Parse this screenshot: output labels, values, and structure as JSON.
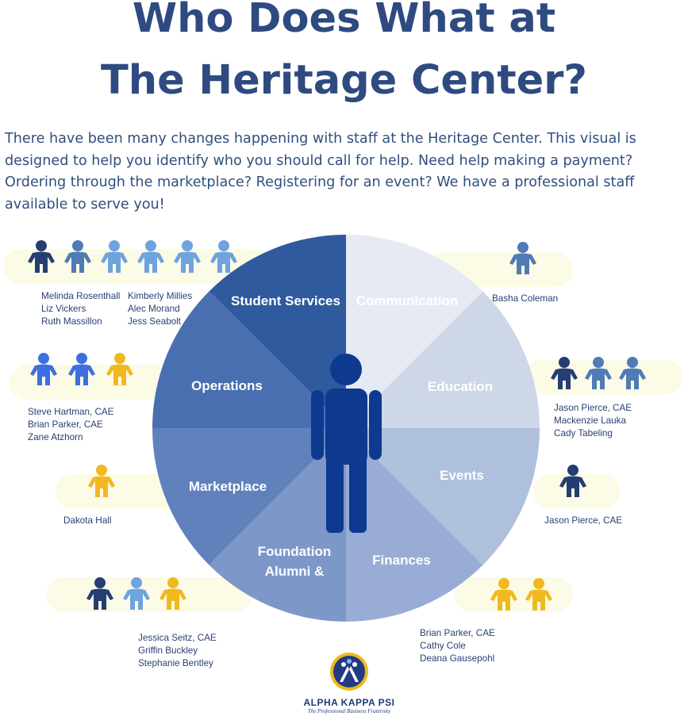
{
  "title": {
    "line1": "Who Does What at",
    "line2": "The Heritage Center?"
  },
  "intro": "There have been many changes happening with staff at the Heritage Center. This visual is designed to help you identify who you should call for help. Need help making a payment? Ordering through the marketplace? Registering for an event? We have a professional staff available to serve you!",
  "colors": {
    "dark_navy": "#243e73",
    "steel_blue": "#4f7bb7",
    "light_blue": "#6fa3e0",
    "bright_blue": "#3d6fe0",
    "gold": "#f2b820",
    "center_figure": "#0d3a8f"
  },
  "wheel": {
    "segments": [
      {
        "label": "Student Services",
        "color": "#2f5a9e"
      },
      {
        "label": "Communication",
        "color": "#e6eaf3"
      },
      {
        "label": "Education",
        "color": "#cdd7e8"
      },
      {
        "label": "Events",
        "color": "#afc0dd"
      },
      {
        "label": "Finances",
        "color": "#98acd5"
      },
      {
        "label_line1": "Foundation",
        "label_line2": "Alumni &",
        "color": "#7d97c9"
      },
      {
        "label": "Marketplace",
        "color": "#6181bd"
      },
      {
        "label": "Operations",
        "color": "#4a6fb0"
      }
    ],
    "center_icon": "person-icon"
  },
  "groups": {
    "student_services": {
      "icons": [
        "dark_navy",
        "steel_blue",
        "light_blue",
        "light_blue",
        "light_blue",
        "light_blue"
      ],
      "col1": [
        "Melinda Rosenthall",
        "Liz Vickers",
        "Ruth Massillon"
      ],
      "col2": [
        "Kimberly Millies",
        "Alec Morand",
        "Jess Seabolt"
      ]
    },
    "communication": {
      "icons": [
        "steel_blue"
      ],
      "names": [
        "Basha Coleman"
      ]
    },
    "operations": {
      "icons": [
        "bright_blue",
        "bright_blue",
        "gold"
      ],
      "names": [
        "Steve Hartman, CAE",
        "Brian Parker, CAE",
        "Zane Atzhorn"
      ]
    },
    "education": {
      "icons": [
        "dark_navy",
        "steel_blue",
        "steel_blue"
      ],
      "names": [
        "Jason Pierce, CAE",
        "Mackenzie Lauka",
        "Cady Tabeling"
      ]
    },
    "marketplace": {
      "icons": [
        "gold"
      ],
      "names": [
        "Dakota Hall"
      ]
    },
    "events": {
      "icons": [
        "dark_navy"
      ],
      "names": [
        "Jason Pierce, CAE"
      ]
    },
    "foundation": {
      "icons": [
        "dark_navy",
        "light_blue",
        "gold"
      ],
      "names": [
        "Jessica Seitz, CAE",
        "Griffin Buckley",
        "Stephanie Bentley"
      ]
    },
    "finances": {
      "icons": [
        "gold",
        "gold"
      ],
      "names": [
        "Brian Parker, CAE",
        "Cathy Cole",
        "Deana Gausepohl"
      ]
    }
  },
  "logo": {
    "name": "ALPHA KAPPA PSI",
    "tagline": "The Professional Business Fraternity"
  }
}
